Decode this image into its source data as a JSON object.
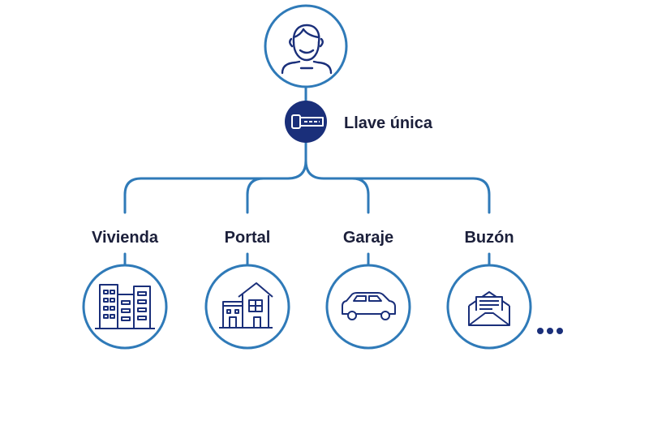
{
  "colors": {
    "line": "#2f7ab8",
    "navy": "#1a2f7a",
    "text": "#1b1f3a"
  },
  "icons": {
    "user": "user-icon",
    "key": "key-icon",
    "building": "building-icon",
    "house": "house-icon",
    "car": "car-icon",
    "mail": "mail-icon",
    "more": "ellipsis-icon"
  },
  "key": {
    "label": "Llave única"
  },
  "destinations": [
    {
      "label": "Vivienda",
      "icon": "building-icon"
    },
    {
      "label": "Portal",
      "icon": "house-icon"
    },
    {
      "label": "Garaje",
      "icon": "car-icon"
    },
    {
      "label": "Buzón",
      "icon": "mail-icon"
    }
  ]
}
